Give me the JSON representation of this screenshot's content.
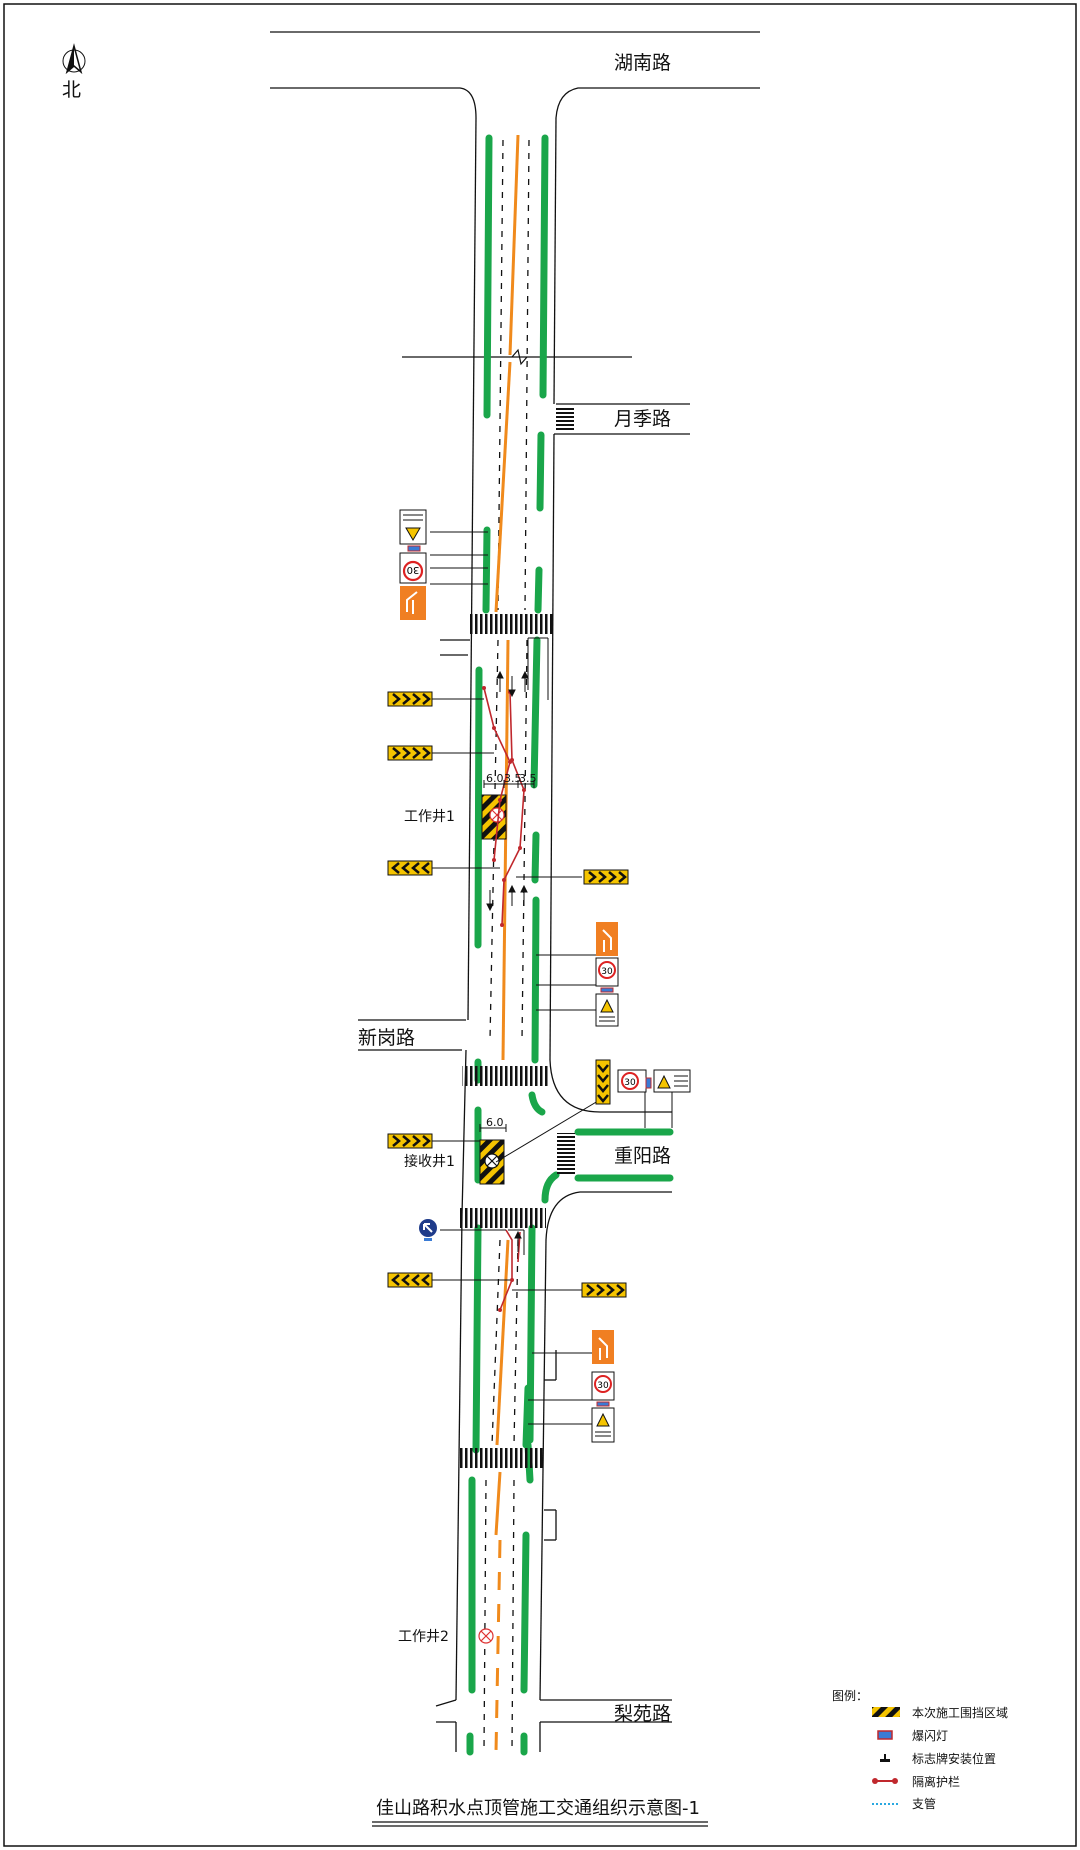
{
  "compass": {
    "label": "北",
    "icon": "north-arrow-icon"
  },
  "streets": {
    "hunan": "湖南路",
    "yueji": "月季路",
    "xingang": "新岗路",
    "chongyang": "重阳路",
    "liyuan": "梨苑路"
  },
  "wells": {
    "work1": "工作井1",
    "receive1": "接收井1",
    "work2": "工作井2"
  },
  "dimensions": {
    "lane_widths": [
      "6.0",
      "3.5",
      "3.5"
    ],
    "receive_width": "6.0"
  },
  "signs": {
    "speed_limit": "30",
    "icons": [
      "construction-ahead-sign-icon",
      "speed-limit-sign-icon",
      "lane-shift-sign-icon",
      "chevron-right-sign-icon",
      "chevron-left-sign-icon",
      "keep-left-sign-icon"
    ]
  },
  "legend": {
    "title": "图例：",
    "items": [
      {
        "icon": "hazard-stripe-icon",
        "label": "本次施工围挡区域"
      },
      {
        "icon": "flash-lamp-icon",
        "label": "爆闪灯"
      },
      {
        "icon": "sign-mount-icon",
        "label": "标志牌安装位置"
      },
      {
        "icon": "barrier-icon",
        "label": "隔离护栏"
      },
      {
        "icon": "branch-pipe-icon",
        "label": "支管"
      }
    ]
  },
  "title": "佳山路积水点顶管施工交通组织示意图-1",
  "colors": {
    "green_line": "#1aa64a",
    "orange_line": "#f08a1c",
    "hazard_yellow": "#f5c400",
    "barrier_red": "#c0282d",
    "sign_orange": "#f07f22",
    "blue_round": "#1f3b8a"
  }
}
